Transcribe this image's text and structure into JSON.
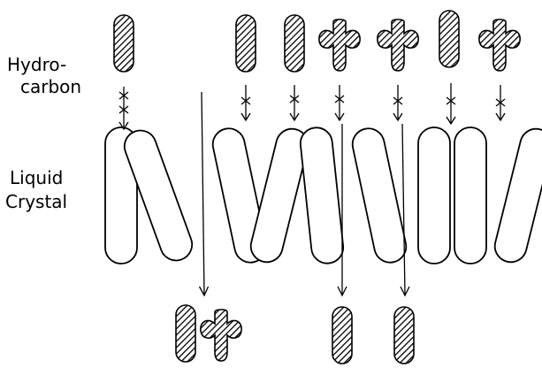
{
  "labels": {
    "hydrocarbon": [
      "Hydro-",
      "carbon"
    ],
    "liquid_crystal": [
      "Liquid",
      "Crystal"
    ]
  },
  "colors": {
    "ink": "#000000",
    "background": "#ffffff"
  }
}
